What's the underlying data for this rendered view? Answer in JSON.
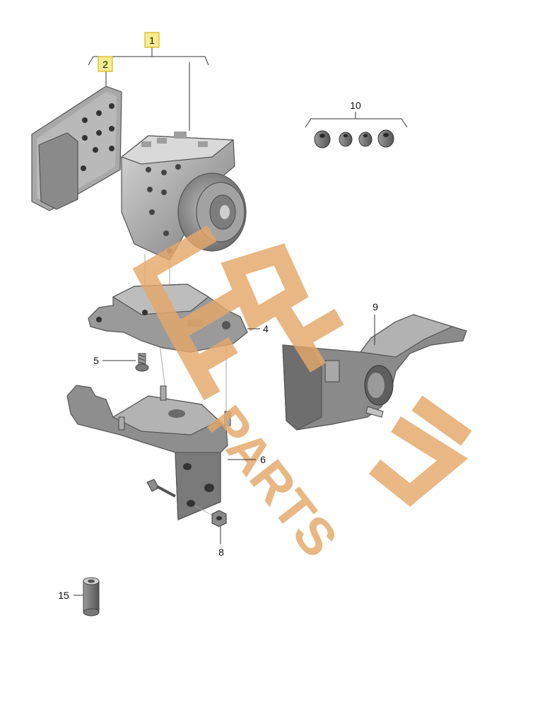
{
  "labels": {
    "p1": "1",
    "p2": "2",
    "p4": "4",
    "p5": "5",
    "p6": "6",
    "p8": "8",
    "p9": "9",
    "p10": "10",
    "p15": "15"
  },
  "highlighted_labels": [
    "1",
    "2"
  ],
  "colors": {
    "highlight_fill": "#f6ec8e",
    "highlight_border": "#c8a800",
    "watermark": "#e5a86a",
    "part_fill": "#8c8c8c",
    "part_dark": "#5e5e5e",
    "part_light": "#c4c4c4"
  },
  "watermark_text": "PARTS"
}
